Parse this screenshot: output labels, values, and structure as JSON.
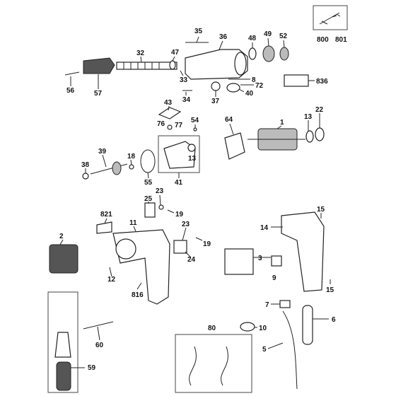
{
  "callouts": [
    {
      "id": "c35",
      "label": "35"
    },
    {
      "id": "c36",
      "label": "36"
    },
    {
      "id": "c48",
      "label": "48"
    },
    {
      "id": "c49",
      "label": "49"
    },
    {
      "id": "c52",
      "label": "52"
    },
    {
      "id": "c800",
      "label": "800"
    },
    {
      "id": "c801",
      "label": "801"
    },
    {
      "id": "c32",
      "label": "32"
    },
    {
      "id": "c47",
      "label": "47"
    },
    {
      "id": "c33",
      "label": "33"
    },
    {
      "id": "c56",
      "label": "56"
    },
    {
      "id": "c57",
      "label": "57"
    },
    {
      "id": "c836",
      "label": "836"
    },
    {
      "id": "c8",
      "label": "8"
    },
    {
      "id": "c72",
      "label": "72"
    },
    {
      "id": "c40",
      "label": "40"
    },
    {
      "id": "c34",
      "label": "34"
    },
    {
      "id": "c37",
      "label": "37"
    },
    {
      "id": "c43",
      "label": "43"
    },
    {
      "id": "c76",
      "label": "76"
    },
    {
      "id": "c77",
      "label": "77"
    },
    {
      "id": "c54",
      "label": "54"
    },
    {
      "id": "c64",
      "label": "64"
    },
    {
      "id": "c1",
      "label": "1"
    },
    {
      "id": "c13a",
      "label": "13"
    },
    {
      "id": "c22",
      "label": "22"
    },
    {
      "id": "c39",
      "label": "39"
    },
    {
      "id": "c18",
      "label": "18"
    },
    {
      "id": "c38",
      "label": "38"
    },
    {
      "id": "c55",
      "label": "55"
    },
    {
      "id": "c13b",
      "label": "13"
    },
    {
      "id": "c41",
      "label": "41"
    },
    {
      "id": "c23a",
      "label": "23"
    },
    {
      "id": "c25",
      "label": "25"
    },
    {
      "id": "c19a",
      "label": "19"
    },
    {
      "id": "c821",
      "label": "821"
    },
    {
      "id": "c11",
      "label": "11"
    },
    {
      "id": "c2",
      "label": "2"
    },
    {
      "id": "c23b",
      "label": "23"
    },
    {
      "id": "c19b",
      "label": "19"
    },
    {
      "id": "c24",
      "label": "24"
    },
    {
      "id": "c3",
      "label": "3"
    },
    {
      "id": "c15a",
      "label": "15"
    },
    {
      "id": "c14",
      "label": "14"
    },
    {
      "id": "c9",
      "label": "9"
    },
    {
      "id": "c12",
      "label": "12"
    },
    {
      "id": "c816",
      "label": "816"
    },
    {
      "id": "c15b",
      "label": "15"
    },
    {
      "id": "c7",
      "label": "7"
    },
    {
      "id": "c6",
      "label": "6"
    },
    {
      "id": "c80",
      "label": "80"
    },
    {
      "id": "c10",
      "label": "10"
    },
    {
      "id": "c60",
      "label": "60"
    },
    {
      "id": "c5",
      "label": "5"
    },
    {
      "id": "c59",
      "label": "59"
    }
  ]
}
